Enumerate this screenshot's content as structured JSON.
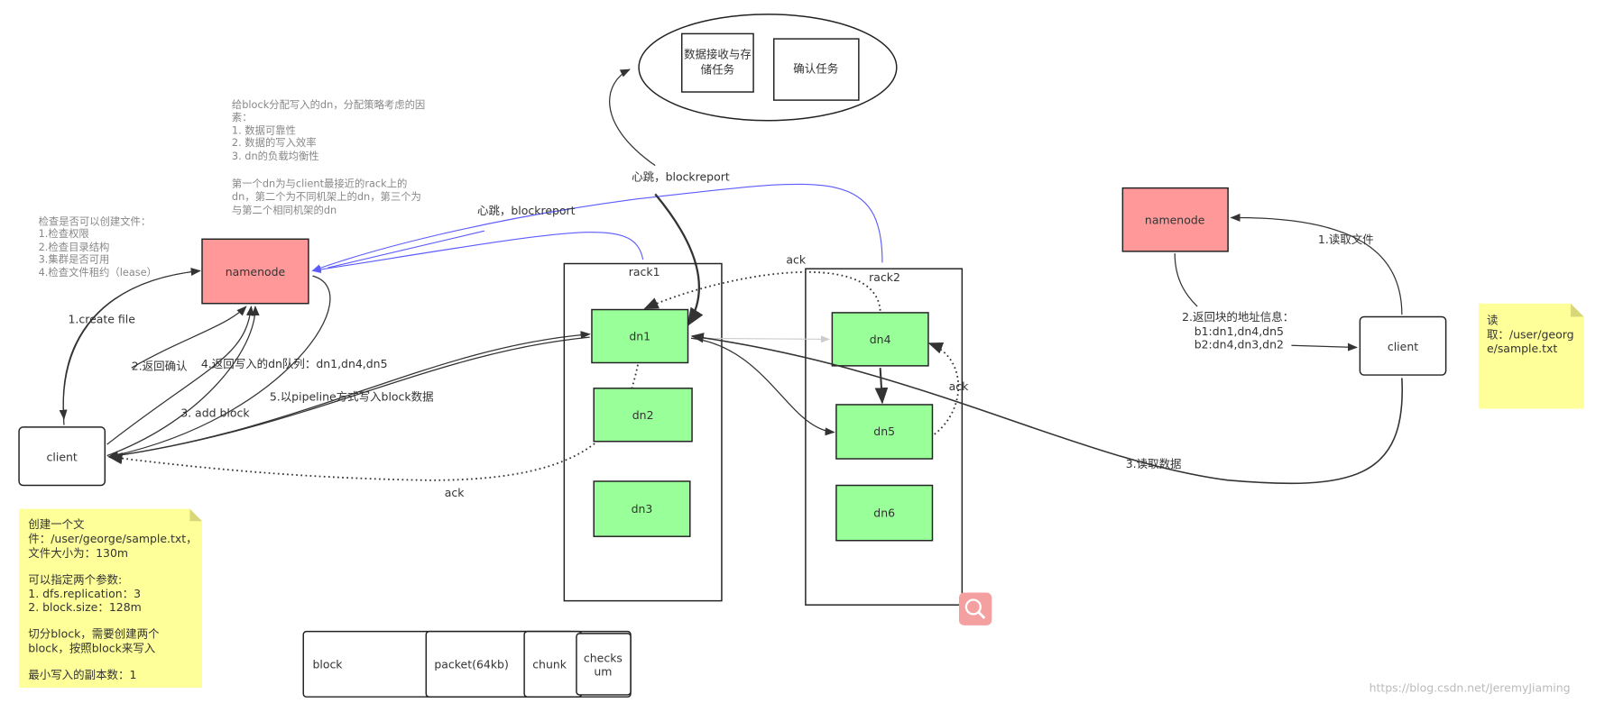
{
  "colors": {
    "namenode": "#ff9999",
    "datanode": "#99ff99",
    "note": "#ffff99",
    "heartbeat_line": "#5b5bff"
  },
  "task_bubble": {
    "box1": [
      "数据接收与存",
      "储任务"
    ],
    "box2": "确认任务"
  },
  "heartbeat_labels": {
    "top": "心跳，blockreport",
    "left": "心跳，blockreport"
  },
  "placement_note": [
    "给block分配写入的dn，分配策略考虑的因",
    "素：",
    "1. 数据可靠性",
    "2. 数据的写入效率",
    "3. dn的负载均衡性",
    "",
    "第一个dn为与client最接近的rack上的",
    "dn，第二个为不同机架上的dn，第三个为",
    "与第二个相同机架的dn"
  ],
  "check_note": [
    "检查是否可以创建文件：",
    "1.检查权限",
    "2.检查目录结构",
    "3.集群是否可用",
    "4.检查文件租约（lease）"
  ],
  "write": {
    "namenode": "namenode",
    "client": "client",
    "step1": "1.create file",
    "step2": "2.返回确认",
    "step3": "3. add block",
    "step4": "4.返回写入的dn队列：dn1,dn4,dn5",
    "step5": "5.以pipeline方式写入block数据",
    "ack": "ack"
  },
  "racks": [
    {
      "name": "rack1",
      "nodes": [
        "dn1",
        "dn2",
        "dn3"
      ]
    },
    {
      "name": "rack2",
      "nodes": [
        "dn4",
        "dn5",
        "dn6"
      ]
    }
  ],
  "acks": {
    "dn4_to_dn1": "ack",
    "dn5_to_dn4": "ack"
  },
  "read": {
    "namenode": "namenode",
    "client": "client",
    "step1": "1.读取文件",
    "step2": [
      "2.返回块的地址信息：",
      "b1:dn1,dn4,dn5",
      "b2:dn4,dn3,dn2"
    ],
    "step3": "3.读取数据"
  },
  "read_note": [
    "读",
    "取：/user/georg",
    "e/sample.txt"
  ],
  "create_note": [
    "创建一个文",
    "件：/user/george/sample.txt，",
    "文件大小为：130m",
    "",
    "可以指定两个参数:",
    "1. dfs.replication：3",
    "2. block.size：128m",
    "",
    "切分block，需要创建两个",
    "block，按照block来写入",
    "",
    "最小写入的副本数：1"
  ],
  "structure": {
    "block": "block",
    "packet": "packet(64kb)",
    "chunk": "chunk",
    "checksum": [
      "checks",
      "um"
    ]
  },
  "watermark": "https://blog.csdn.net/JeremyJiaming"
}
